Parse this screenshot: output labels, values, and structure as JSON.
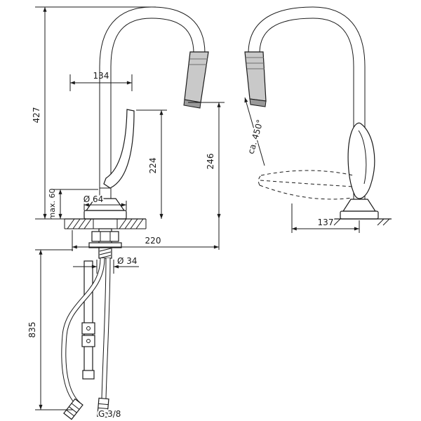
{
  "drawing": {
    "type": "faucet-installation-dimensions",
    "views": [
      "side-view-with-supply-hoses",
      "front-view-with-swivel-range"
    ]
  },
  "dims": {
    "d427": "427",
    "d134": "134",
    "d224": "224",
    "d246": "246",
    "max60": "max. 60",
    "dia64": "Ø 64",
    "d220": "220",
    "dia34": "Ø 34",
    "d835": "835",
    "thread": "G 3/8",
    "swivel": "ca. 450°",
    "d137": "137"
  },
  "colors": {
    "line": "#1a1a1a",
    "spray_gray": "#c9c9c9",
    "spray_dark": "#9a9a9a"
  }
}
